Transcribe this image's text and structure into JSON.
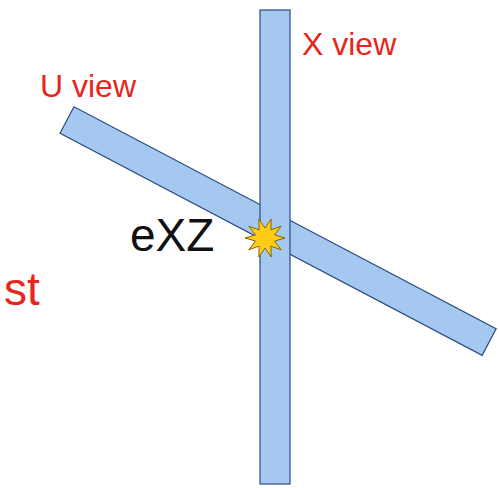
{
  "diagram": {
    "labels": [
      "U view",
      "X view",
      "eXZ",
      "st"
    ]
  }
}
